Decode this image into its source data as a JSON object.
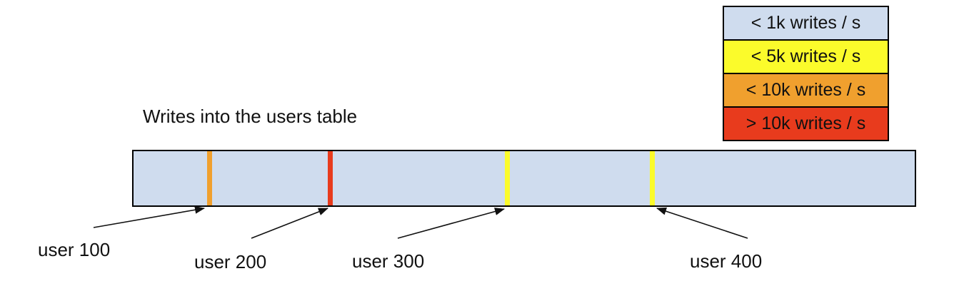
{
  "title": "Writes into the users table",
  "legend": {
    "items": [
      {
        "label": "< 1k writes / s",
        "color": "#cfdcee"
      },
      {
        "label": "< 5k writes / s",
        "color": "#fbfb2b"
      },
      {
        "label": "< 10k writes / s",
        "color": "#f0a02e"
      },
      {
        "label": "> 10k writes / s",
        "color": "#e83b1d"
      }
    ]
  },
  "bar": {
    "fill": "#cfdcee",
    "border_color": "#000000",
    "markers": [
      {
        "id": "user-100",
        "color": "#f0a02e",
        "rate_class": "< 10k writes / s"
      },
      {
        "id": "user-200",
        "color": "#e83b1d",
        "rate_class": "> 10k writes / s"
      },
      {
        "id": "user-300",
        "color": "#fbfb2b",
        "rate_class": "< 5k writes / s"
      },
      {
        "id": "user-400",
        "color": "#fbfb2b",
        "rate_class": "< 5k writes / s"
      }
    ]
  },
  "annotations": {
    "labels": [
      "user 100",
      "user 200",
      "user 300",
      "user 400"
    ]
  }
}
